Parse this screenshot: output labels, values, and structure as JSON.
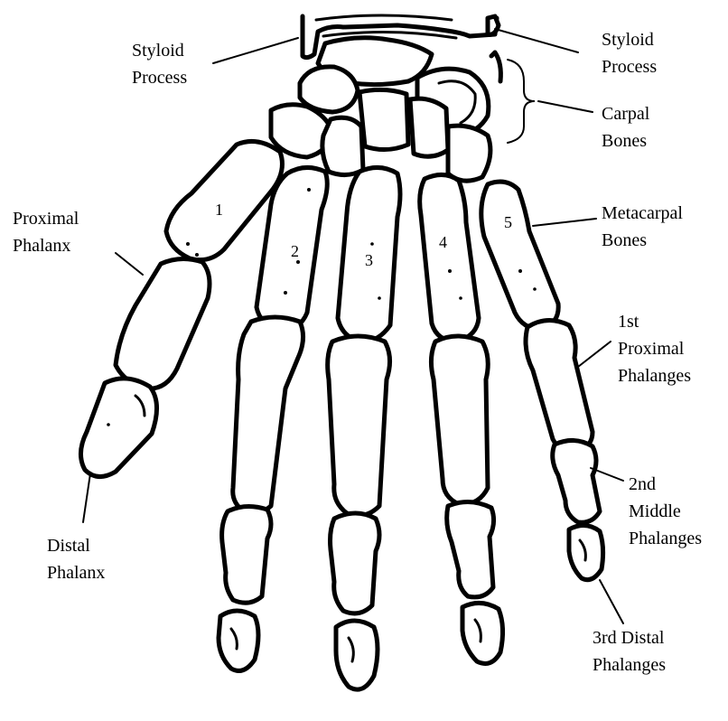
{
  "labels": {
    "styloid_left": [
      "Styloid",
      "Process"
    ],
    "styloid_right": [
      "Styloid",
      "Process"
    ],
    "carpal": [
      "Carpal",
      "Bones"
    ],
    "proximal_phalanx": [
      "Proximal",
      "Phalanx"
    ],
    "metacarpal": [
      "Metacarpal",
      "Bones"
    ],
    "proximal_phalanges": [
      "1st",
      "Proximal",
      "Phalanges"
    ],
    "middle_phalanges": [
      "2nd",
      "Middle",
      "Phalanges"
    ],
    "distal_phalanx": [
      "Distal",
      "Phalanx"
    ],
    "distal_phalanges": [
      "3rd Distal",
      "Phalanges"
    ]
  },
  "metacarpal_numbers": [
    "1",
    "2",
    "3",
    "4",
    "5"
  ],
  "colors": {
    "ink": "#000000",
    "paper": "#ffffff"
  }
}
